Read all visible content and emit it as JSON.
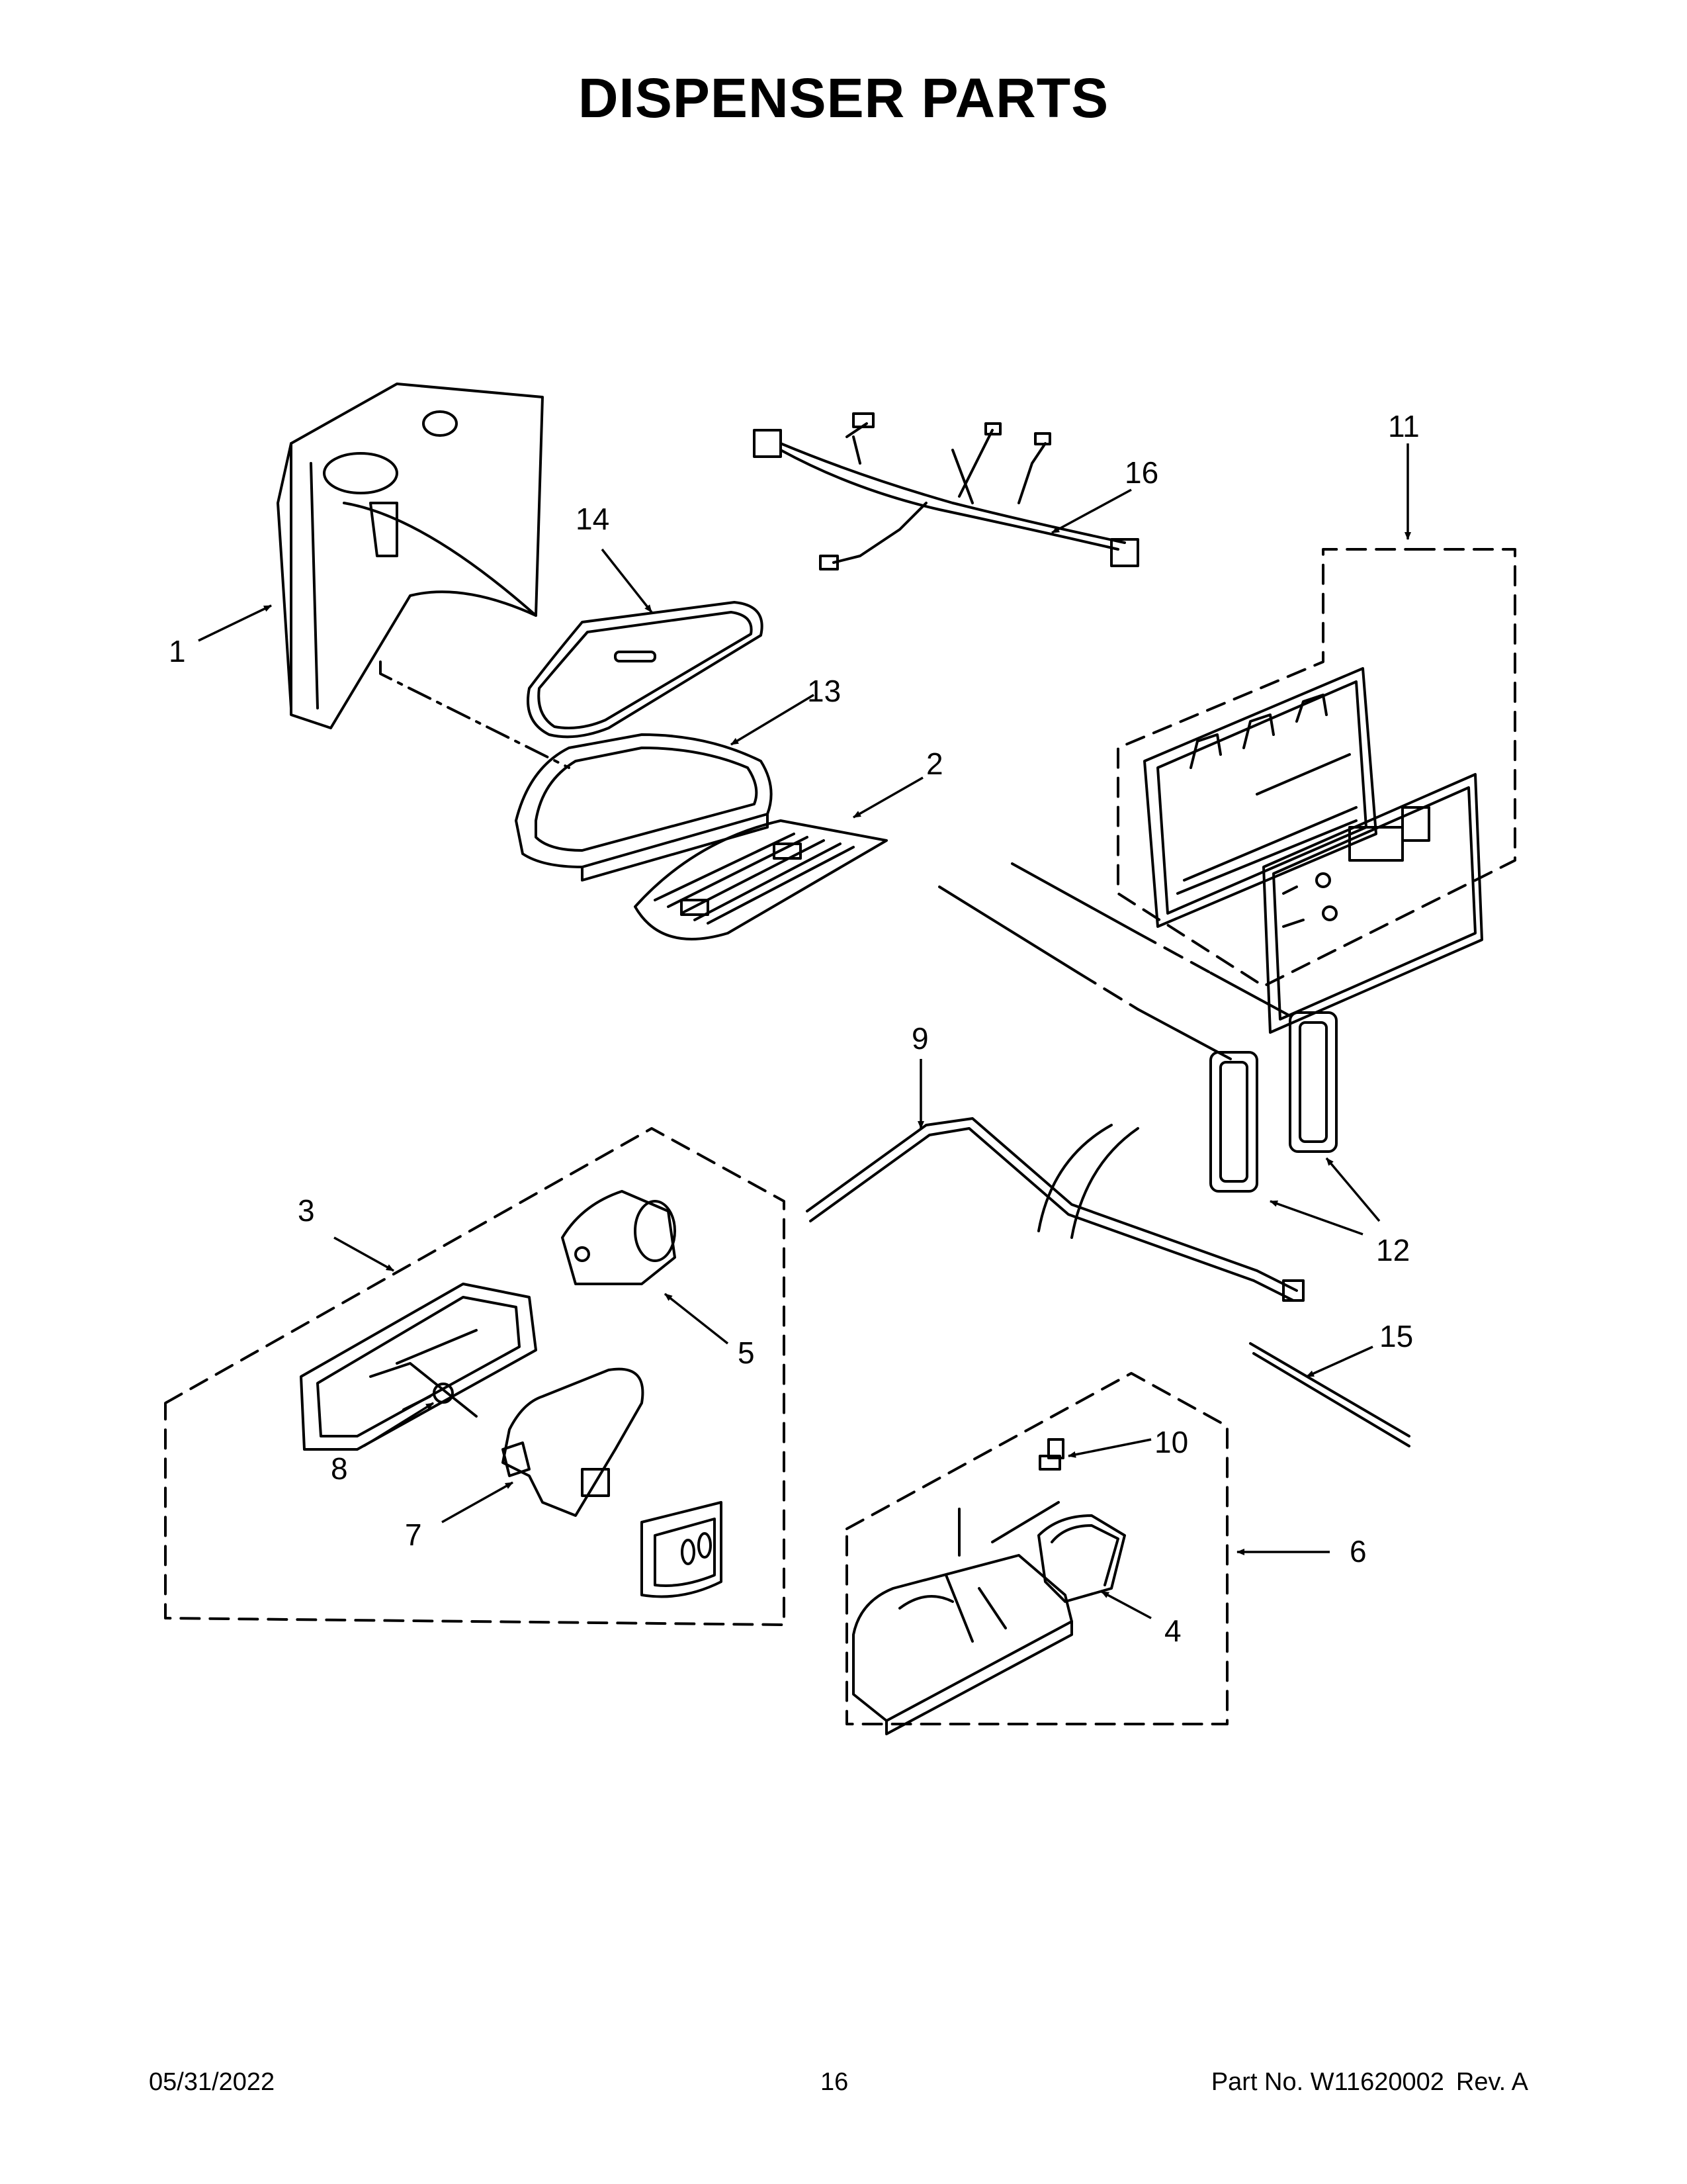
{
  "page": {
    "title": "DISPENSER PARTS"
  },
  "diagram": {
    "callouts": [
      {
        "id": "1",
        "label": "1"
      },
      {
        "id": "2",
        "label": "2"
      },
      {
        "id": "3",
        "label": "3"
      },
      {
        "id": "4",
        "label": "4"
      },
      {
        "id": "5",
        "label": "5"
      },
      {
        "id": "6",
        "label": "6"
      },
      {
        "id": "7",
        "label": "7"
      },
      {
        "id": "8",
        "label": "8"
      },
      {
        "id": "9",
        "label": "9"
      },
      {
        "id": "10",
        "label": "10"
      },
      {
        "id": "11",
        "label": "11"
      },
      {
        "id": "12",
        "label": "12"
      },
      {
        "id": "13",
        "label": "13"
      },
      {
        "id": "14",
        "label": "14"
      },
      {
        "id": "15",
        "label": "15"
      },
      {
        "id": "16",
        "label": "16"
      }
    ]
  },
  "footer": {
    "date": "05/31/2022",
    "page_number": "16",
    "part_number_label": "Part No.  W11620002",
    "revision": "Rev.  A"
  }
}
